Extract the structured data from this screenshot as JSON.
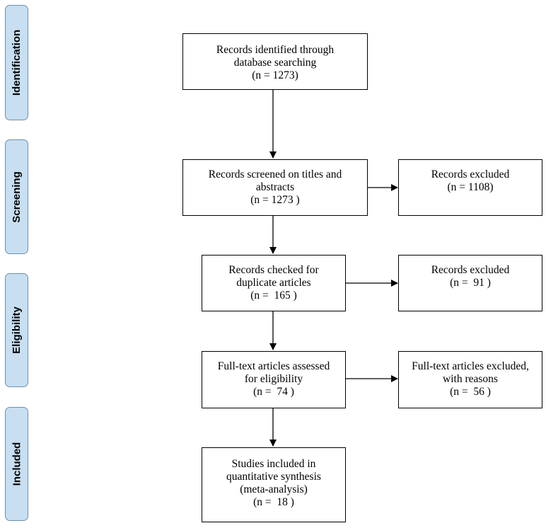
{
  "phases": {
    "identification": "Identification",
    "screening": "Screening",
    "eligibility": "Eligibility",
    "included": "Included"
  },
  "boxes": {
    "identified": {
      "line1": "Records identified through",
      "line2": "database searching",
      "line3": "(n = 1273)"
    },
    "screened": {
      "line1": "Records screened on titles and",
      "line2": "abstracts",
      "line3": "(n = 1273 )"
    },
    "excluded_screen": {
      "line1": "Records excluded",
      "line2": "(n = 1108)"
    },
    "duplicates": {
      "line1": "Records checked for",
      "line2": "duplicate articles",
      "line3": "(n =  165 )"
    },
    "excluded_duplicates": {
      "line1": "Records excluded",
      "line2": "(n =  91 )"
    },
    "fulltext": {
      "line1": "Full-text articles assessed",
      "line2": "for eligibility",
      "line3": "(n =  74 )"
    },
    "excluded_fulltext": {
      "line1": "Full-text articles excluded,",
      "line2": "with reasons",
      "line3": "(n =  56 )"
    },
    "included": {
      "line1": "Studies included in",
      "line2": "quantitative synthesis",
      "line3": "(meta-analysis)",
      "line4": "(n =  18 )"
    }
  }
}
